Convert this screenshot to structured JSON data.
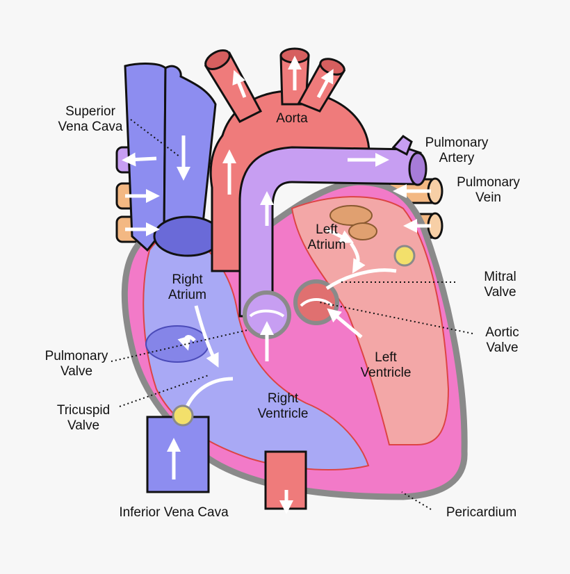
{
  "colors": {
    "background": "#f7f7f7",
    "vena_cava": "#8d8df0",
    "vena_cava_dark": "#4a4ab8",
    "aorta": "#ef7b7b",
    "aorta_dark": "#b84848",
    "pulmonary_artery": "#c79ef2",
    "pulmonary_artery_dark": "#7a52b0",
    "pulmonary_vein": "#f3b883",
    "pulmonary_vein_dark": "#b57a45",
    "myocardium": "#f27ac8",
    "right_chamber": "#a9a9f5",
    "left_chamber": "#f3a7a7",
    "pericardium": "#8a8a8a",
    "arrow": "#ffffff"
  },
  "labels": {
    "superior_vena_cava": [
      "Superior",
      "Vena Cava"
    ],
    "aorta": [
      "Aorta"
    ],
    "pulmonary_artery": [
      "Pulmonary",
      "Artery"
    ],
    "pulmonary_vein": [
      "Pulmonary",
      "Vein"
    ],
    "left_atrium": [
      "Left",
      "Atrium"
    ],
    "right_atrium": [
      "Right",
      "Atrium"
    ],
    "mitral_valve": [
      "Mitral",
      "Valve"
    ],
    "aortic_valve": [
      "Aortic",
      "Valve"
    ],
    "pulmonary_valve": [
      "Pulmonary",
      "Valve"
    ],
    "left_ventricle": [
      "Left",
      "Ventricle"
    ],
    "tricuspid_valve": [
      "Tricuspid",
      "Valve"
    ],
    "right_ventricle": [
      "Right",
      "Ventricle"
    ],
    "inferior_vena_cava": [
      "Inferior Vena Cava"
    ],
    "pericardium": [
      "Pericardium"
    ]
  }
}
